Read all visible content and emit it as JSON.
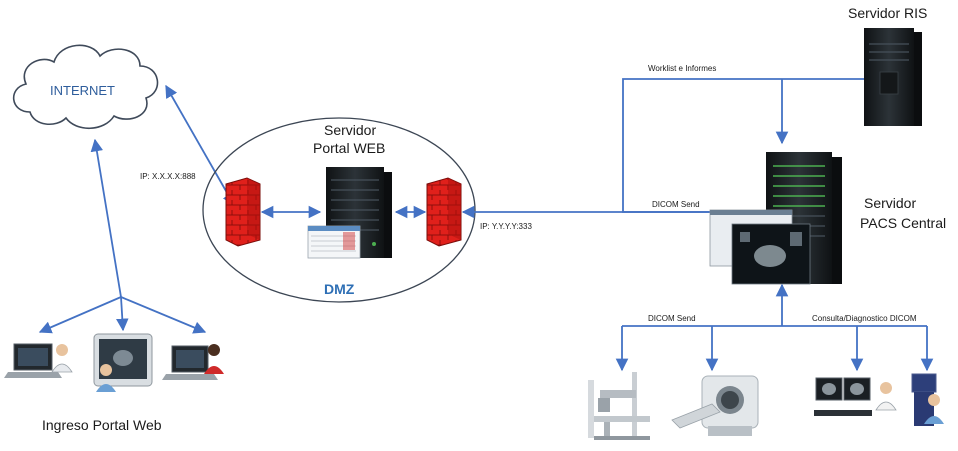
{
  "labels": {
    "internet": "INTERNET",
    "web_server": [
      "Servidor",
      "Portal WEB"
    ],
    "dmz": "DMZ",
    "ip_public": "IP: X.X.X.X:888",
    "ip_internal": "IP: Y.Y.Y.Y:333",
    "ris_server": "Servidor RIS",
    "pacs_server": [
      "Servidor",
      "PACS Central"
    ],
    "worklist": "Worklist e Informes",
    "dicom_send_top": "DICOM Send",
    "dicom_send_bottom": "DICOM Send",
    "consulta": "Consulta/Diagnostico DICOM",
    "web_access": "Ingreso Portal Web"
  },
  "colors": {
    "connector": "#4472c4",
    "firewall": "#e0201b",
    "server": "#1e2327",
    "dmz_text": "#2e6fb5",
    "text": "#1a1a1a"
  },
  "icons": [
    "cloud-icon",
    "firewall-icon",
    "server-tower-icon",
    "laptop-icon",
    "tablet-icon",
    "xray-machine-icon",
    "ct-scanner-icon",
    "workstation-icon",
    "doctor-icon"
  ]
}
